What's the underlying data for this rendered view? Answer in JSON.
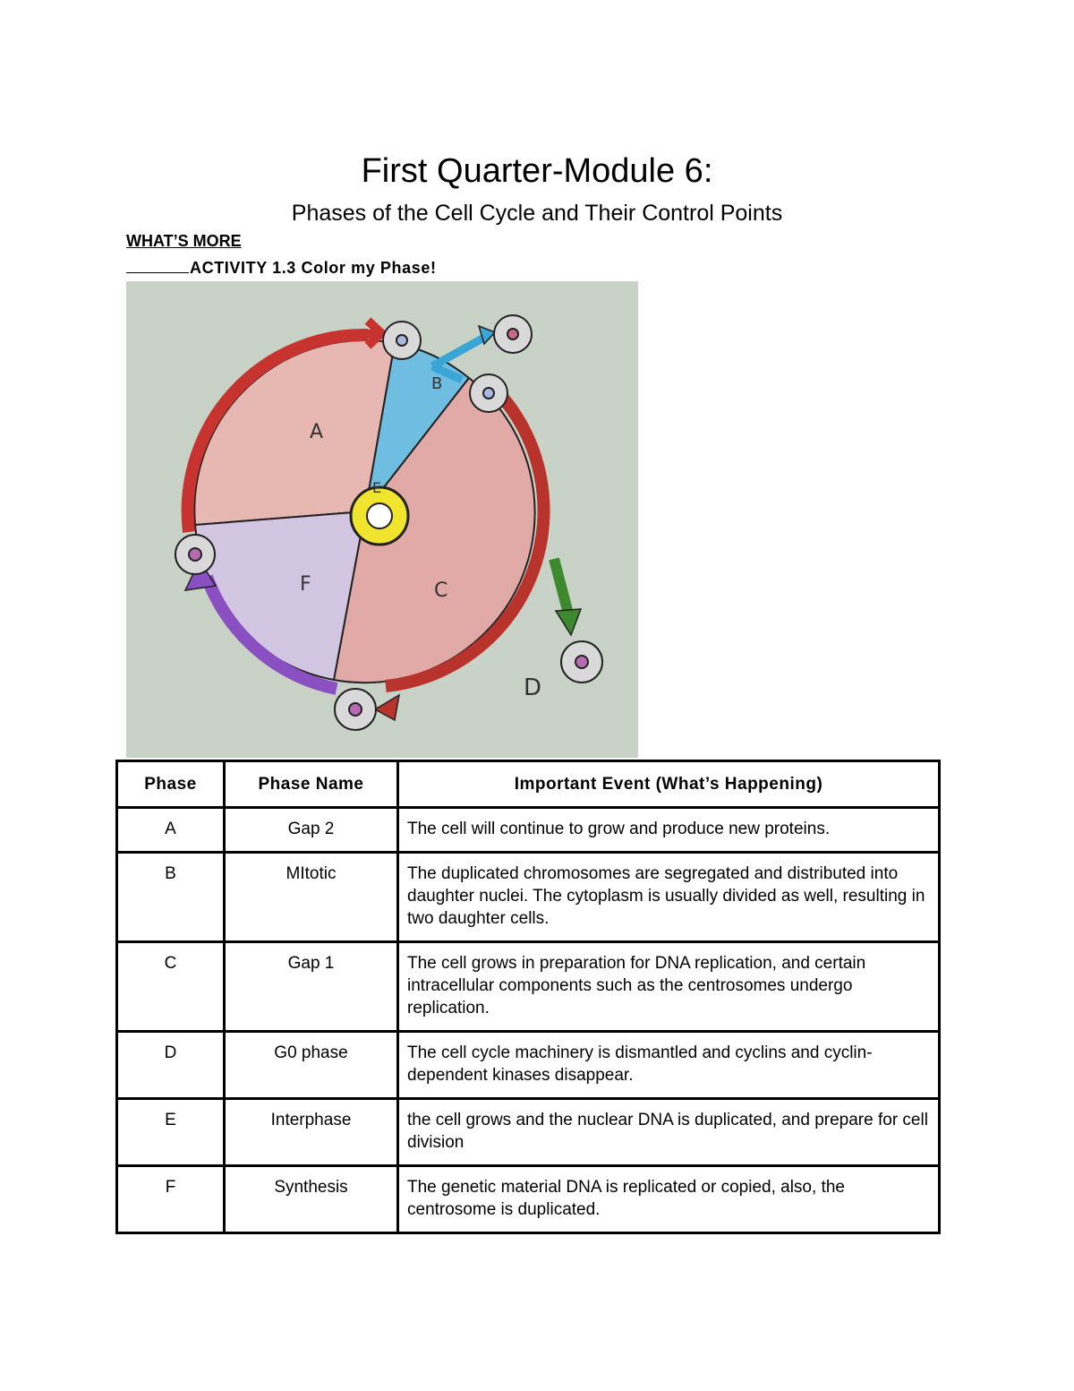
{
  "header": {
    "title": "First Quarter-Module 6:",
    "subtitle": "Phases of the Cell Cycle and Their Control Points",
    "section": "WHAT’S MORE",
    "activity": "ACTIVITY 1.3 Color my Phase!"
  },
  "diagram": {
    "labels": [
      "A",
      "B",
      "C",
      "D",
      "E",
      "F"
    ],
    "colors": {
      "background": "#c8d2c6",
      "red": "#c7342f",
      "pink_fill": "#e7b7b2",
      "blue": "#3aa6d6",
      "purple": "#8a4fc0",
      "lavender": "#cdbfdc",
      "yellow": "#f1e42c",
      "green": "#3d8a2e",
      "cell": "#d9d9d9"
    }
  },
  "table": {
    "headers": [
      "Phase",
      "Phase Name",
      "Important Event (What’s Happening)"
    ],
    "rows": [
      {
        "phase": "A",
        "name": "Gap 2",
        "event": "The cell will continue to grow and produce new proteins."
      },
      {
        "phase": "B",
        "name": "MItotic",
        "event": "The duplicated chromosomes are segregated and distributed into daughter nuclei. The cytoplasm is usually divided as well, resulting in two daughter cells."
      },
      {
        "phase": "C",
        "name": "Gap 1",
        "event": "The cell grows in preparation for DNA replication, and certain intracellular components such as the centrosomes undergo replication."
      },
      {
        "phase": "D",
        "name": "G0 phase",
        "event": "The cell cycle machinery is dismantled and cyclins and cyclin-dependent kinases disappear."
      },
      {
        "phase": "E",
        "name": "Interphase",
        "event": "the cell grows and the nuclear DNA is duplicated, and prepare for cell division"
      },
      {
        "phase": "F",
        "name": "Synthesis",
        "event": "The genetic material DNA is replicated or copied, also, the centrosome is duplicated."
      }
    ]
  }
}
